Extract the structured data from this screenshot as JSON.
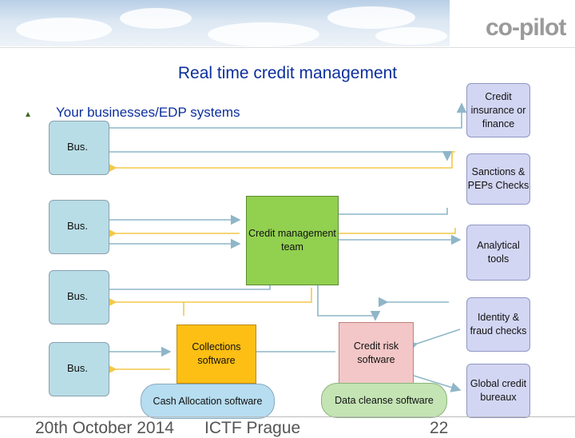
{
  "header": {
    "logo_text": "co-pilot"
  },
  "title": "Real time credit management",
  "subtitle": "Your businesses/EDP systems",
  "bus_units": [
    "Bus.",
    "Bus.",
    "Bus.",
    "Bus."
  ],
  "side_boxes": [
    {
      "label": "Credit insurance or finance"
    },
    {
      "label": "Sanctions & PEPs Checks"
    },
    {
      "label": "Analytical tools"
    },
    {
      "label": "Identity & fraud checks"
    },
    {
      "label": "Global credit bureaux"
    }
  ],
  "center": {
    "credit_management_team": "Credit management team",
    "collections_software": "Collections software",
    "credit_risk_software": "Credit risk software",
    "cash_allocation_software": "Cash Allocation software",
    "data_cleanse_software": "Data cleanse software"
  },
  "footer": {
    "date": "20th October 2014",
    "event": "ICTF Prague",
    "page": "22"
  },
  "colors": {
    "title": "#0c2f9c",
    "bus_fill": "#b8dde6",
    "side_fill": "#d3d6f3",
    "team_fill": "#92d050",
    "collections_fill": "#fdbf13",
    "risk_fill": "#f3c7c7",
    "cash_fill": "#b7ddf0",
    "cleanse_fill": "#c4e4b4",
    "arrow_yellow": "#f2c94c",
    "arrow_blue": "#8fb6c8"
  }
}
